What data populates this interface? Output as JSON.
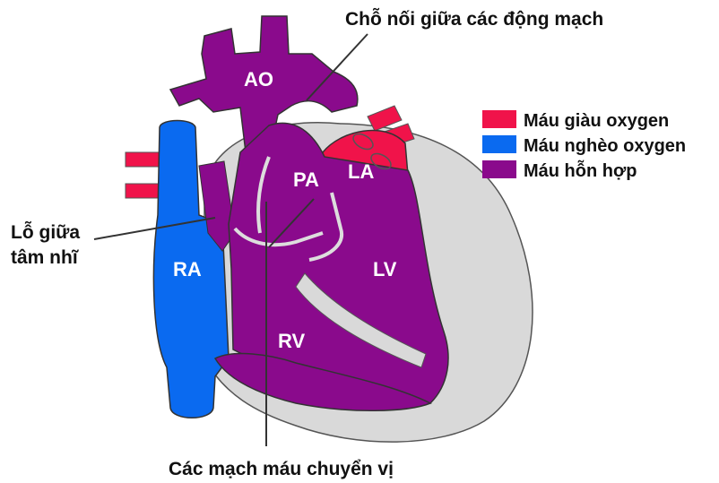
{
  "colors": {
    "oxygen_rich": "#f0134a",
    "oxygen_poor": "#0a6af0",
    "mixed": "#8a0a8c",
    "pericardium": "#d9d9d9"
  },
  "chambers": {
    "ao": "AO",
    "pa": "PA",
    "la": "LA",
    "ra": "RA",
    "lv": "LV",
    "rv": "RV"
  },
  "callouts": {
    "arterial_junction": "Chỗ nối giữa các động mạch",
    "atrial_hole_line1": "Lỗ giữa",
    "atrial_hole_line2": "tâm nhĩ",
    "transposed_vessels": "Các mạch máu chuyển vị"
  },
  "legend": [
    {
      "label": "Máu giàu oxygen",
      "color": "#f0134a"
    },
    {
      "label": "Máu nghèo oxygen",
      "color": "#0a6af0"
    },
    {
      "label": "Máu hỗn hợp",
      "color": "#8a0a8c"
    }
  ]
}
